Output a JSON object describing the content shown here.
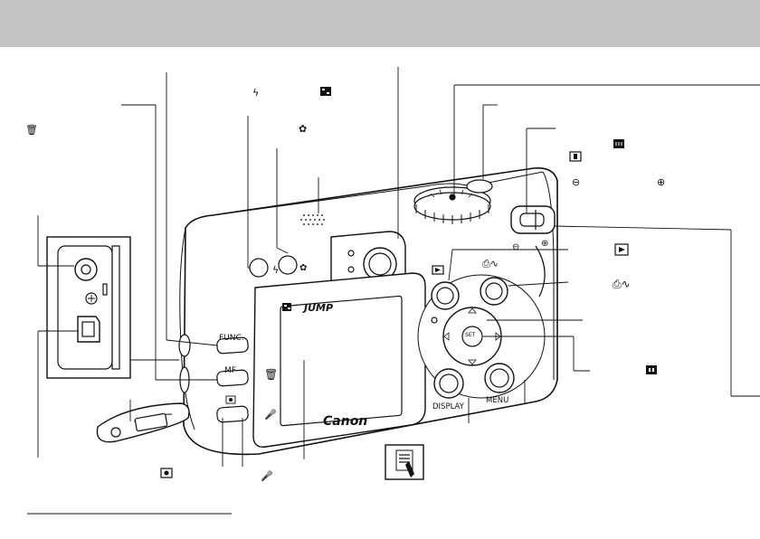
{
  "camera_labels": {
    "func_button": "FUNC.",
    "mf_button": "MF",
    "display_button": "DISPLAY",
    "menu_button": "MENU",
    "jump_label": "JUMP",
    "brand": "Canon",
    "set_button": "SET"
  },
  "icons": [
    "flash-icon",
    "jump-grid-icon",
    "macro-icon",
    "delete-icon",
    "wide-angle-icon",
    "tele-icon",
    "zoom-out-icon",
    "zoom-in-icon",
    "playback-icon",
    "print-share-icon",
    "single-image-icon",
    "light-metering-icon",
    "microphone-icon",
    "note-icon"
  ],
  "colors": {
    "header": "#c3c3c3",
    "outline": "#111111",
    "body_fill": "#ffffff"
  }
}
